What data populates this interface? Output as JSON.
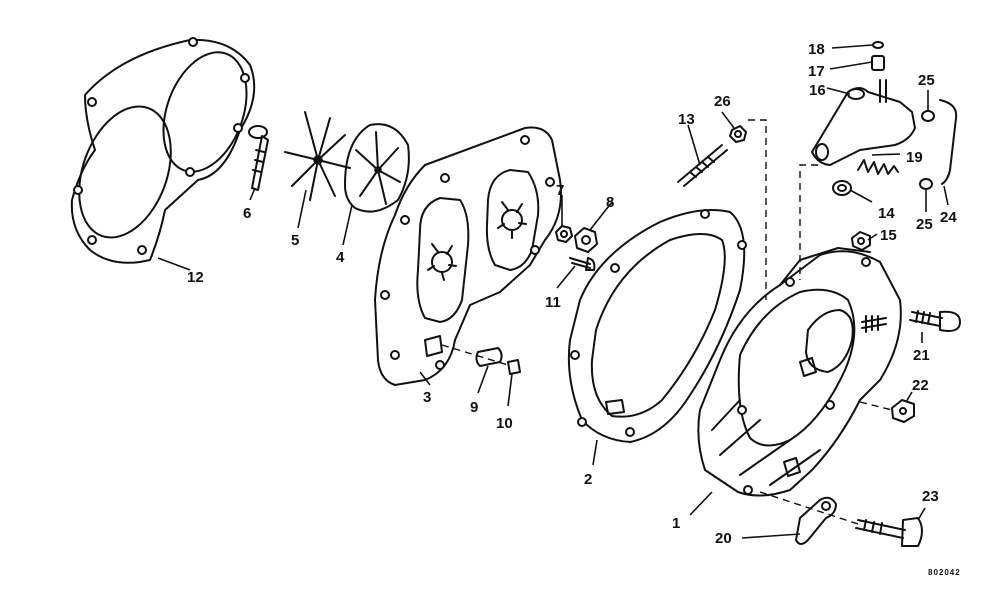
{
  "callouts": [
    "1",
    "2",
    "3",
    "4",
    "5",
    "6",
    "7",
    "8",
    "9",
    "10",
    "11",
    "12",
    "13",
    "14",
    "15",
    "16",
    "17",
    "18",
    "19",
    "20",
    "21",
    "22",
    "23",
    "24",
    "25",
    "26"
  ],
  "reference_number": "802042"
}
